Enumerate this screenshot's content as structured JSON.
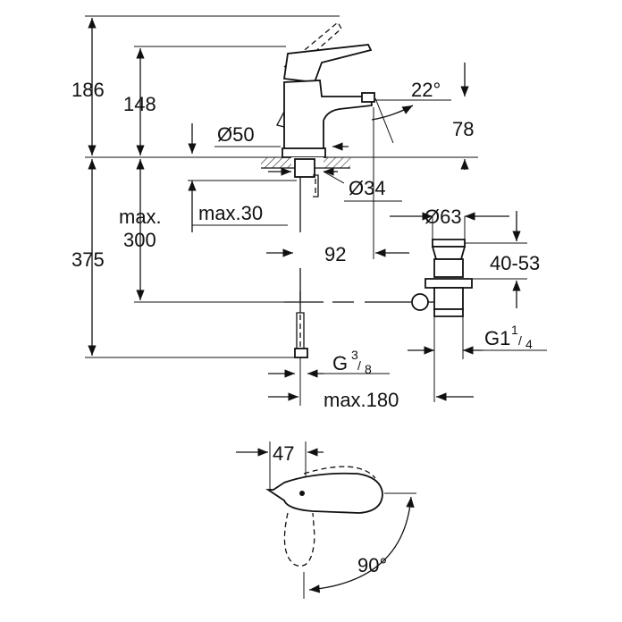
{
  "dimensions": {
    "total_height": "186",
    "spout_height": "148",
    "spout_angle": "22°",
    "spout_reach_height": "78",
    "base_diameter": "Ø50",
    "hole_diameter": "Ø34",
    "max_thickness_label": "max.",
    "max_thickness_value": "300",
    "deck_max": "max.30",
    "under_height": "375",
    "reach": "92",
    "waste_diameter": "Ø63",
    "waste_range": "40-53",
    "waste_thread_main": "G1",
    "waste_thread_num": "1",
    "waste_thread_den": "4",
    "supply_thread_main": "G",
    "supply_thread_num": "3",
    "supply_thread_den": "8",
    "supply_max": "max.180",
    "lever_width": "47",
    "lever_rotation": "90°"
  },
  "icons": {
    "drawing": "faucet-technical-drawing"
  }
}
